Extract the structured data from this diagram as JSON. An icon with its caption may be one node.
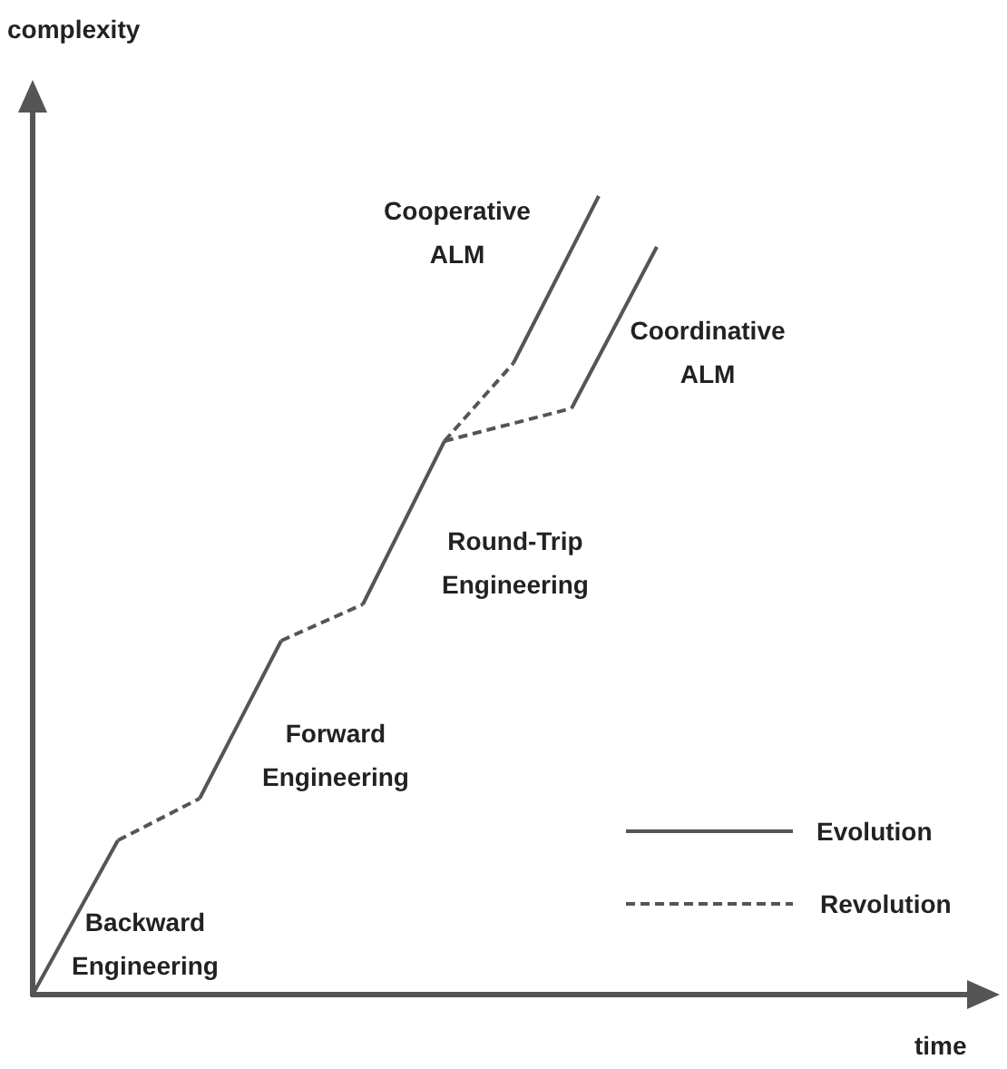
{
  "diagram": {
    "labels": [
      "complexity",
      "Cooperative ALM",
      "Coordinative ALM",
      "Round-Trip Engineering",
      "Forward Engineering",
      "Backward Engineering",
      "time"
    ],
    "legend": [
      {
        "text": "Evolution"
      },
      {
        "text": "Revolution"
      }
    ]
  }
}
